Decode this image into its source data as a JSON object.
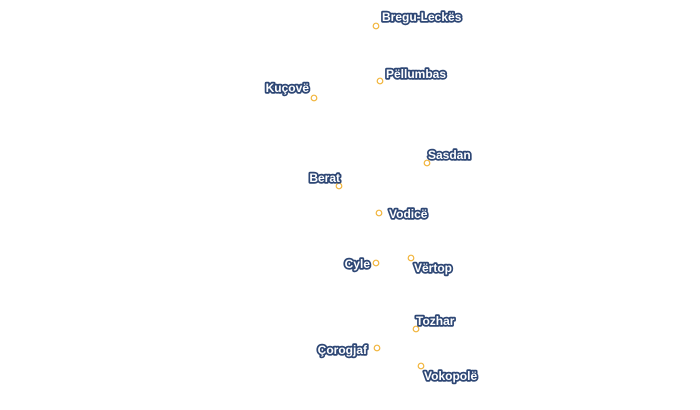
{
  "map": {
    "places": [
      {
        "name": "Bregu-Leckës"
      },
      {
        "name": "Pëllumbas"
      },
      {
        "name": "Kuçovë"
      },
      {
        "name": "Sasdan"
      },
      {
        "name": "Berat"
      },
      {
        "name": "Vodicë"
      },
      {
        "name": "Cyle"
      },
      {
        "name": "Vërtop"
      },
      {
        "name": "Tozhar"
      },
      {
        "name": "Çorogjaf"
      },
      {
        "name": "Vokopolë"
      }
    ],
    "colors": {
      "marker_stroke": "#f1b43a",
      "marker_fill": "#ffffff",
      "label_text": "#ffffff",
      "label_halo": "#2e4775",
      "background": "#ffffff"
    }
  }
}
